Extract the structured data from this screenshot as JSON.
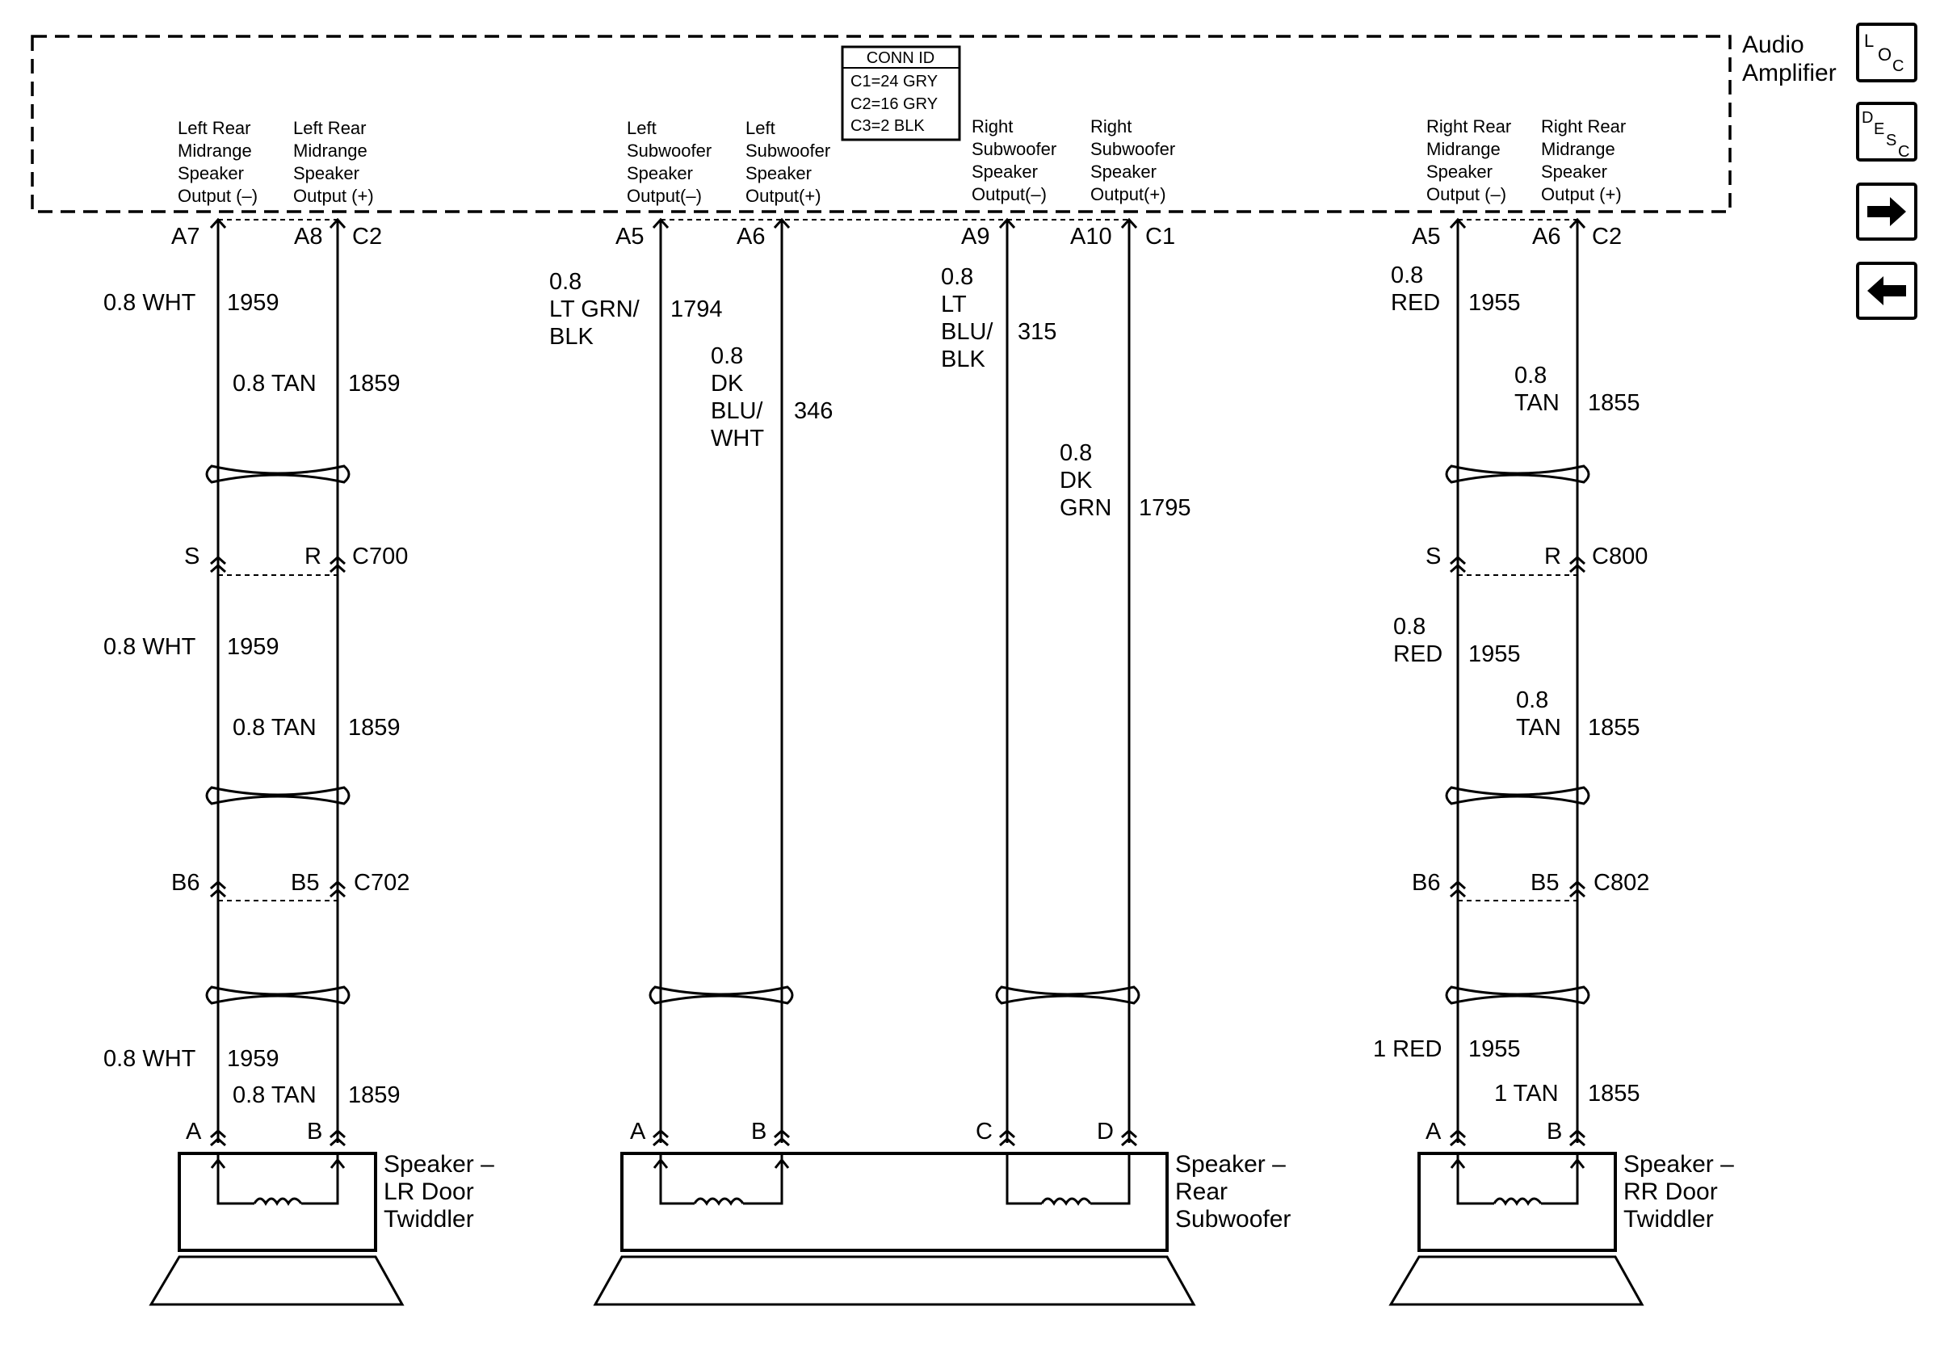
{
  "module": {
    "title_line1": "Audio",
    "title_line2": "Amplifier"
  },
  "conn_id": {
    "header": "CONN ID",
    "rows": [
      "C1=24 GRY",
      "C2=16 GRY",
      "C3=2 BLK"
    ]
  },
  "nav": {
    "loc": {
      "big": "L",
      "mid": "O",
      "small": "C"
    },
    "desc": {
      "a": "D",
      "b": "E",
      "c": "S",
      "d": "C"
    }
  },
  "outputs": {
    "lr_neg": [
      "Left Rear",
      "Midrange",
      "Speaker",
      "Output (–)"
    ],
    "lr_pos": [
      "Left Rear",
      "Midrange",
      "Speaker",
      "Output (+)"
    ],
    "ls_neg": [
      "Left",
      "Subwoofer",
      "Speaker",
      "Output(–)"
    ],
    "ls_pos": [
      "Left",
      "Subwoofer",
      "Speaker",
      "Output(+)"
    ],
    "rs_neg": [
      "Right",
      "Subwoofer",
      "Speaker",
      "Output(–)"
    ],
    "rs_pos": [
      "Right",
      "Subwoofer",
      "Speaker",
      "Output(+)"
    ],
    "rr_neg": [
      "Right Rear",
      "Midrange",
      "Speaker",
      "Output (–)"
    ],
    "rr_pos": [
      "Right Rear",
      "Midrange",
      "Speaker",
      "Output (+)"
    ]
  },
  "pins_top": {
    "lr_a": "A7",
    "lr_b": "A8",
    "lr_conn": "C2",
    "ls_a": "A5",
    "ls_b": "A6",
    "rs_a": "A9",
    "rs_b": "A10",
    "rs_conn": "C1",
    "rr_a": "A5",
    "rr_b": "A6",
    "rr_conn": "C2"
  },
  "connectors": {
    "c700": {
      "left": "S",
      "right": "R",
      "name": "C700"
    },
    "c702": {
      "left": "B6",
      "right": "B5",
      "name": "C702"
    },
    "c800": {
      "left": "S",
      "right": "R",
      "name": "C800"
    },
    "c802": {
      "left": "B6",
      "right": "B5",
      "name": "C802"
    }
  },
  "wires": {
    "lr_1_neg": {
      "label": "0.8 WHT",
      "circuit": "1959"
    },
    "lr_1_pos": {
      "label": "0.8 TAN",
      "circuit": "1859"
    },
    "lr_2_neg": {
      "label": "0.8 WHT",
      "circuit": "1959"
    },
    "lr_2_pos": {
      "label": "0.8 TAN",
      "circuit": "1859"
    },
    "lr_3_neg": {
      "label": "0.8 WHT",
      "circuit": "1959"
    },
    "lr_3_pos": {
      "label": "0.8 TAN",
      "circuit": "1859"
    },
    "ls_neg": {
      "lines": [
        "0.8",
        "LT GRN/",
        "BLK"
      ],
      "circuit": "1794"
    },
    "ls_pos": {
      "lines": [
        "0.8",
        "DK",
        "BLU/",
        "WHT"
      ],
      "circuit": "346"
    },
    "rs_neg": {
      "lines": [
        "0.8",
        "LT",
        "BLU/",
        "BLK"
      ],
      "circuit": "315"
    },
    "rs_pos": {
      "lines": [
        "0.8",
        "DK",
        "GRN"
      ],
      "circuit": "1795"
    },
    "rr_1_neg": {
      "lines": [
        "0.8",
        "RED"
      ],
      "circuit": "1955"
    },
    "rr_1_pos": {
      "lines": [
        "0.8",
        "TAN"
      ],
      "circuit": "1855"
    },
    "rr_2_neg": {
      "lines": [
        "0.8",
        "RED"
      ],
      "circuit": "1955"
    },
    "rr_2_pos": {
      "lines": [
        "0.8",
        "TAN"
      ],
      "circuit": "1855"
    },
    "rr_3_neg": {
      "label": "1 RED",
      "circuit": "1955"
    },
    "rr_3_pos": {
      "label": "1 TAN",
      "circuit": "1855"
    }
  },
  "speakers": {
    "lr": {
      "pin_a": "A",
      "pin_b": "B",
      "name": [
        "Speaker –",
        "LR Door",
        "Twiddler"
      ]
    },
    "sub": {
      "pin_a": "A",
      "pin_b": "B",
      "pin_c": "C",
      "pin_d": "D",
      "name": [
        "Speaker –",
        "Rear",
        "Subwoofer"
      ]
    },
    "rr": {
      "pin_a": "A",
      "pin_b": "B",
      "name": [
        "Speaker –",
        "RR Door",
        "Twiddler"
      ]
    }
  }
}
